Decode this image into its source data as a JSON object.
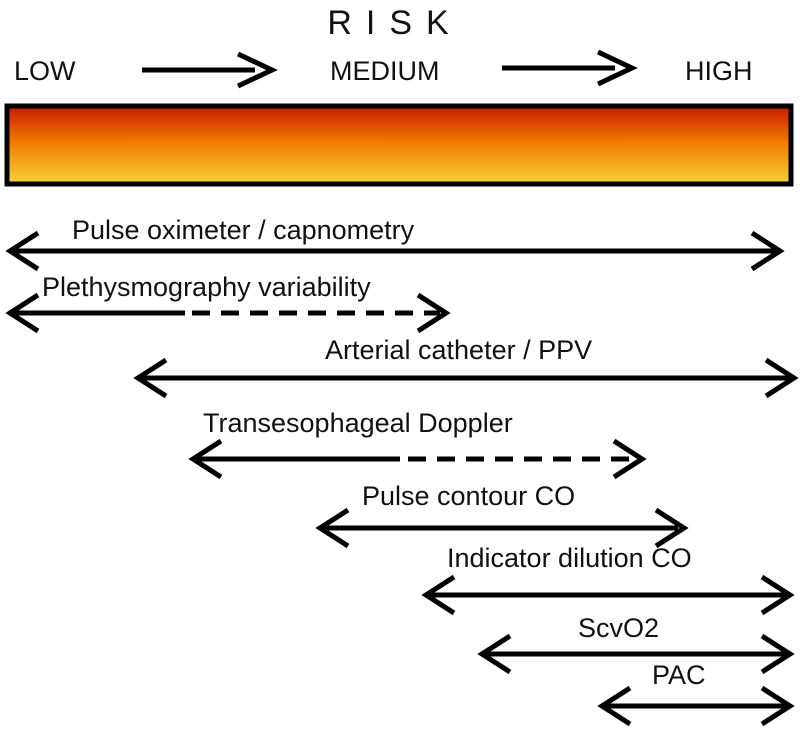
{
  "title": "RISK",
  "scale_labels": {
    "low": "LOW",
    "medium": "MEDIUM",
    "high": "HIGH"
  },
  "gradient_colors": {
    "top": "#c61a00",
    "middle": "#f07800",
    "bottom": "#f6d23a",
    "border": "#000000"
  },
  "rows": [
    {
      "label": "Pulse oximeter / capnometry",
      "dashed_extension": false
    },
    {
      "label": "Plethysmography variability",
      "dashed_extension": true
    },
    {
      "label": "Arterial catheter / PPV",
      "dashed_extension": false
    },
    {
      "label": "Transesophageal Doppler",
      "dashed_extension": true
    },
    {
      "label": "Pulse contour CO",
      "dashed_extension": false
    },
    {
      "label": "Indicator dilution CO",
      "dashed_extension": false
    },
    {
      "label": "ScvO2",
      "dashed_extension": false
    },
    {
      "label": "PAC",
      "dashed_extension": false
    }
  ]
}
